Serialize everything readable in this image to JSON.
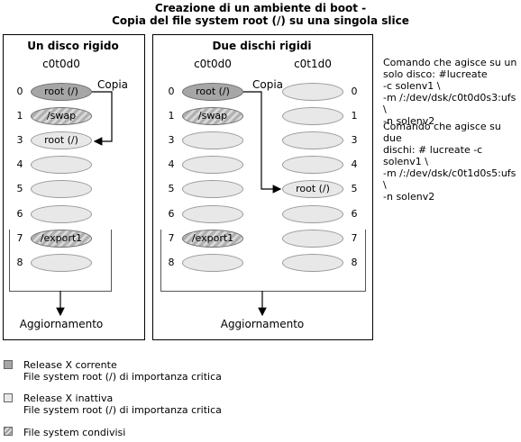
{
  "title": {
    "line1": "Creazione di un ambiente di boot -",
    "line2": "Copia del file system root (/) su una singola slice"
  },
  "left_panel": {
    "title": "Un disco rigido",
    "disk": "c0t0d0",
    "copy_label": "Copia",
    "update_label": "Aggiornamento",
    "slices": [
      {
        "num": "0",
        "label": "root (/)",
        "style": "current"
      },
      {
        "num": "1",
        "label": "/swap",
        "style": "shared"
      },
      {
        "num": "3",
        "label": "root (/)",
        "style": "inactive"
      },
      {
        "num": "4",
        "label": "",
        "style": "inactive"
      },
      {
        "num": "5",
        "label": "",
        "style": "inactive"
      },
      {
        "num": "6",
        "label": "",
        "style": "inactive"
      },
      {
        "num": "7",
        "label": "/export1",
        "style": "shared"
      },
      {
        "num": "8",
        "label": "",
        "style": "inactive"
      }
    ]
  },
  "right_panel": {
    "title": "Due dischi rigidi",
    "disk1": "c0t0d0",
    "disk2": "c0t1d0",
    "copy_label": "Copia",
    "update_label": "Aggiornamento",
    "disk1_slices": [
      {
        "num": "0",
        "label": "root (/)",
        "style": "current"
      },
      {
        "num": "1",
        "label": "/swap",
        "style": "shared"
      },
      {
        "num": "3",
        "label": "",
        "style": "inactive"
      },
      {
        "num": "4",
        "label": "",
        "style": "inactive"
      },
      {
        "num": "5",
        "label": "",
        "style": "inactive"
      },
      {
        "num": "6",
        "label": "",
        "style": "inactive"
      },
      {
        "num": "7",
        "label": "/export1",
        "style": "shared"
      },
      {
        "num": "8",
        "label": "",
        "style": "inactive"
      }
    ],
    "disk2_slices": [
      {
        "num": "0",
        "label": "",
        "style": "inactive"
      },
      {
        "num": "1",
        "label": "",
        "style": "inactive"
      },
      {
        "num": "3",
        "label": "",
        "style": "inactive"
      },
      {
        "num": "4",
        "label": "",
        "style": "inactive"
      },
      {
        "num": "5",
        "label": "root (/)",
        "style": "inactive"
      },
      {
        "num": "6",
        "label": "",
        "style": "inactive"
      },
      {
        "num": "7",
        "label": "",
        "style": "inactive"
      },
      {
        "num": "8",
        "label": "",
        "style": "inactive"
      }
    ]
  },
  "side_notes": {
    "one_disk": [
      "Comando che agisce su un",
      "solo disco: #lucreate",
      "-c solenv1 \\",
      "-m /:/dev/dsk/c0t0d0s3:ufs \\",
      "-n solenv2"
    ],
    "two_disks": [
      "Comando che agisce su due",
      "dischi: # lucreate -c solenv1 \\",
      "-m /:/dev/dsk/c0t1d0s5:ufs \\",
      "-n solenv2"
    ]
  },
  "legend": [
    {
      "line1": "Release X corrente",
      "line2": "File system root (/) di importanza critica",
      "style": "current"
    },
    {
      "line1": "Release X inattiva",
      "line2": "File system root (/) di importanza critica",
      "style": "inactive"
    },
    {
      "line1": "File system condivisi",
      "line2": "",
      "style": "shared"
    }
  ]
}
